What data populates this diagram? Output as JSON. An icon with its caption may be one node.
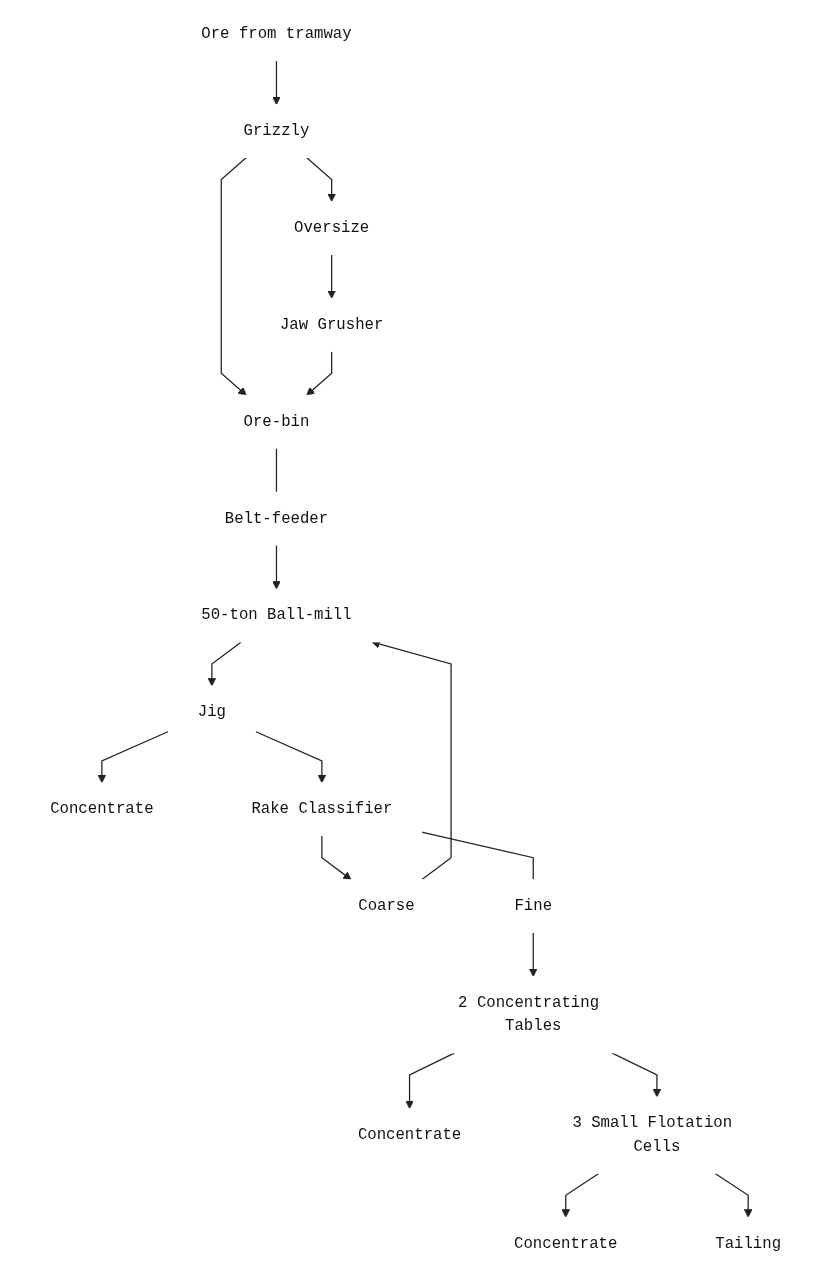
{
  "diagram": {
    "nodes": [
      {
        "text": [
          "Ore from tramway"
        ]
      },
      {
        "text": [
          "Grizzly"
        ]
      },
      {
        "text": [
          "Oversize"
        ]
      },
      {
        "text": [
          "Jaw Grusher"
        ]
      },
      {
        "text": [
          "Ore-bin"
        ]
      },
      {
        "text": [
          "Belt-feeder"
        ]
      },
      {
        "text": [
          "50-ton Ball-mill"
        ]
      },
      {
        "text": [
          "Coarse"
        ]
      },
      {
        "text": [
          "Jig"
        ]
      },
      {
        "text": [
          "Concentrate"
        ]
      },
      {
        "text": [
          "Rake Classifier"
        ]
      },
      {
        "text": [
          "Fine"
        ]
      },
      {
        "text": [
          "2 Concentrating Tables"
        ]
      },
      {
        "text": [
          "Concentrate"
        ]
      },
      {
        "text": [
          "3 Small Flotation Cells"
        ]
      },
      {
        "text": [
          "Concentrate"
        ]
      },
      {
        "text": [
          "Tailing"
        ]
      }
    ],
    "edges": [
      {
        "from": 0,
        "to": 1,
        "arrow": "to"
      },
      {
        "from": 1,
        "to": 2,
        "arrow": "to"
      },
      {
        "from": 2,
        "to": 3,
        "arrow": "to"
      },
      {
        "from": 1,
        "to": 4,
        "arrow": "to"
      },
      {
        "from": 3,
        "to": 4,
        "arrow": "to"
      },
      {
        "from": 4,
        "to": 5,
        "arrow": "none"
      },
      {
        "from": 5,
        "to": 6,
        "arrow": "to"
      },
      {
        "from": 6,
        "to": 8,
        "arrow": "to"
      },
      {
        "from": 8,
        "to": 9,
        "arrow": "to"
      },
      {
        "from": 8,
        "to": 10,
        "arrow": "to"
      },
      {
        "from": 10,
        "to": 7,
        "arrow": "to"
      },
      {
        "from": 7,
        "to": 6,
        "arrow": "to"
      },
      {
        "from": 10,
        "to": 11,
        "arrow": "none"
      },
      {
        "from": 11,
        "to": 12,
        "arrow": "to"
      },
      {
        "from": 12,
        "to": 13,
        "arrow": "to"
      },
      {
        "from": 12,
        "to": 14,
        "arrow": "to"
      },
      {
        "from": 14,
        "to": 15,
        "arrow": "to"
      },
      {
        "from": 14,
        "to": 16,
        "arrow": "to"
      }
    ]
  }
}
